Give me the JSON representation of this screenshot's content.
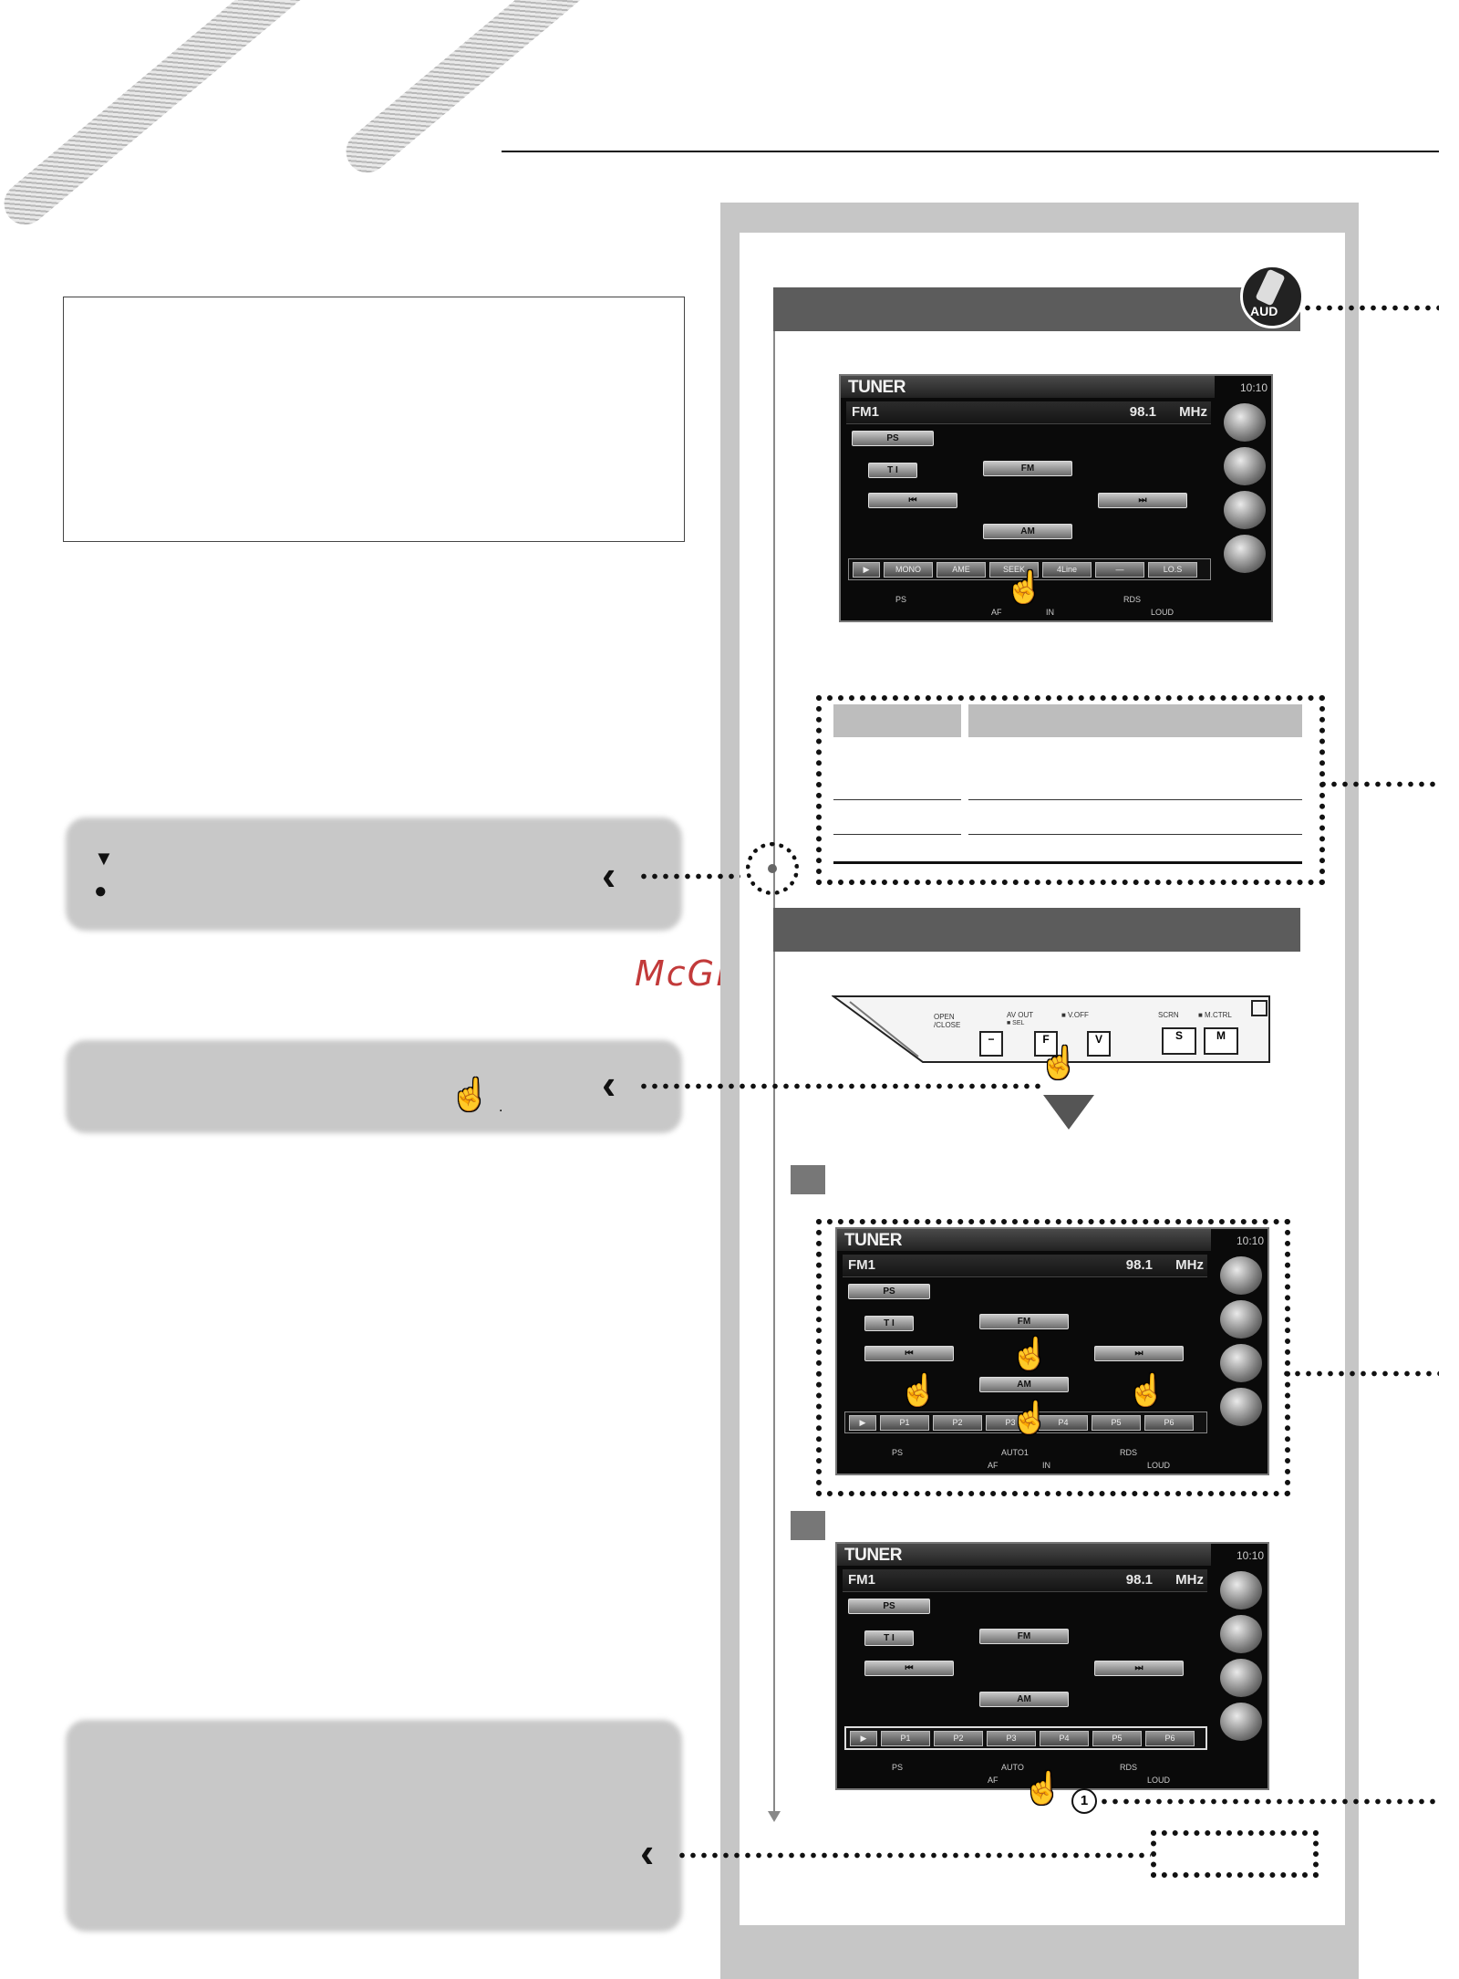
{
  "watermark": "McGrp.Ru",
  "screens": {
    "s1": {
      "title": "TUNER",
      "clock": "10:10",
      "band": "FM1",
      "freq": "98.1",
      "unit": "MHz",
      "ps": "PS",
      "ti": "T I",
      "fm": "FM",
      "am": "AM",
      "soft": [
        "MONO",
        "AME",
        "SEEK",
        "4Line",
        "—",
        "LO.S"
      ],
      "status": [
        "PS",
        "AF",
        "IN",
        "RDS",
        "LOUD"
      ]
    },
    "s2": {
      "title": "TUNER",
      "clock": "10:10",
      "band": "FM1",
      "freq": "98.1",
      "unit": "MHz",
      "ps": "PS",
      "ti": "T I",
      "fm": "FM",
      "am": "AM",
      "soft": [
        "P1",
        "P2",
        "P3",
        "P4",
        "P5",
        "P6"
      ],
      "status": [
        "PS",
        "AUTO1",
        "AF",
        "IN",
        "RDS",
        "LOUD"
      ]
    },
    "s3": {
      "title": "TUNER",
      "clock": "10:10",
      "band": "FM1",
      "freq": "98.1",
      "unit": "MHz",
      "ps": "PS",
      "ti": "T I",
      "fm": "FM",
      "am": "AM",
      "soft": [
        "P1",
        "P2",
        "P3",
        "P4",
        "P5",
        "P6"
      ],
      "status": [
        "PS",
        "AUTO",
        "AF",
        "RDS",
        "LOUD"
      ]
    }
  },
  "remote_badge": "AUD",
  "panel": {
    "open_close": "OPEN\n/CLOSE",
    "av_out": "AV OUT",
    "sel": "■ SEL",
    "v_off": "■ V.OFF",
    "scrn": "SCRN",
    "m_ctrl": "■ M.CTRL",
    "keys": [
      "−",
      "F",
      "V",
      "S",
      "M"
    ]
  },
  "step_marker": "1",
  "sidebox_bullets": [
    "▼",
    "●"
  ],
  "period": "."
}
